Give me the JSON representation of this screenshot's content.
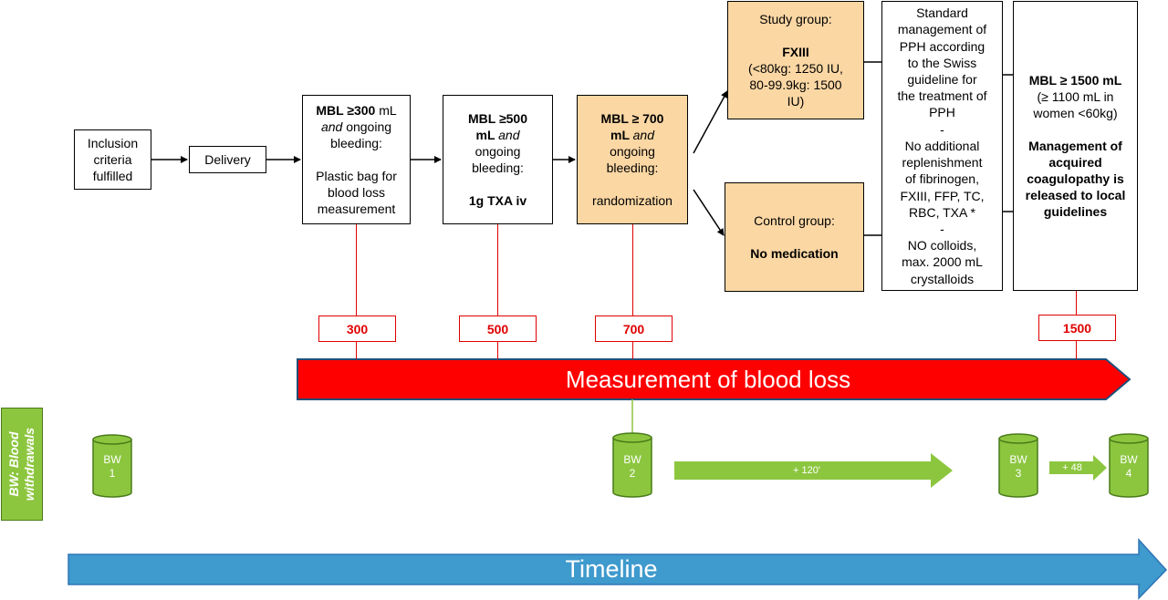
{
  "inclusion": [
    "Inclusion",
    "criteria",
    "fulfilled"
  ],
  "delivery": "Delivery",
  "mbl300": {
    "l1a": "MBL ≥300",
    "l1b": " mL",
    "l2a": "and",
    "l2b": " ongoing",
    "l3": "bleeding:",
    "l4": "Plastic bag for",
    "l5": "blood loss",
    "l6": "measurement"
  },
  "mbl500": {
    "l1": "MBL ≥500",
    "l2a": "mL ",
    "l2b": "and",
    "l3": "ongoing",
    "l4": "bleeding:",
    "l5": "1g TXA iv"
  },
  "mbl700": {
    "l1": "MBL ≥ 700",
    "l2a": "mL ",
    "l2b": "and",
    "l3": "ongoing",
    "l4": "bleeding:",
    "l5": "randomization"
  },
  "study": {
    "title": "Study group:",
    "drug": "FXIII",
    "l1": "(<80kg: 1250 IU,",
    "l2": "80-99.9kg: 1500",
    "l3": "IU)"
  },
  "control": {
    "title": "Control group:",
    "med": "No medication"
  },
  "standard": [
    "Standard",
    "management of",
    "PPH according",
    "to the Swiss",
    "guideline for",
    "the treatment of",
    "PPH",
    "-",
    "No additional",
    "replenishment",
    "of fibrinogen,",
    "FXIII, FFP, TC,",
    "RBC, TXA *",
    "-",
    "NO colloids,",
    "max. 2000 mL",
    "crystalloids"
  ],
  "mbl1500": {
    "l1": "MBL ≥ 1500 mL",
    "l2": "(≥ 1100 mL in",
    "l3": "women <60kg)",
    "l4": "Management of",
    "l5": "acquired",
    "l6": "coagulopathy is",
    "l7": "released to local",
    "l8": "guidelines"
  },
  "markers": [
    "300",
    "500",
    "700",
    "1500"
  ],
  "measurement_label": "Measurement of blood loss",
  "bw_side_label": [
    "BW: Blood",
    "withdrawals"
  ],
  "bw": [
    {
      "top": "BW",
      "num": "1"
    },
    {
      "top": "BW",
      "num": "2"
    },
    {
      "top": "BW",
      "num": "3"
    },
    {
      "top": "BW",
      "num": "4"
    }
  ],
  "interval1": "+ 120'",
  "interval2": "+ 48",
  "timeline_label": "Timeline",
  "colors": {
    "orange_fill": "#fbd7a4",
    "red": "#e00000",
    "green": "#8cc63f",
    "blue": "#3f9acd"
  }
}
